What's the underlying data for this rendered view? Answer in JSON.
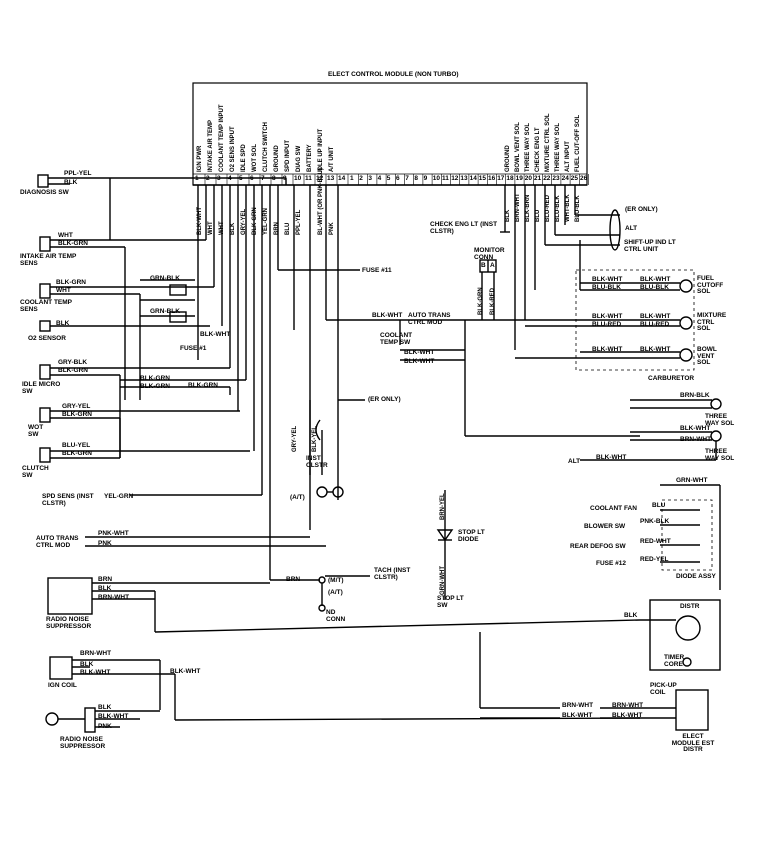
{
  "title": "ELECT CONTROL MODULE (NON TURBO)",
  "ecm_functions_left": [
    "IGN PWR",
    "INTAKE AIR TEMP",
    "COOLANT TEMP INPUT",
    "O2 SENS INPUT",
    "IDLE SPD",
    "WOT SOL",
    "CLUTCH SWITCH",
    "GROUND",
    "SPD INPUT",
    "DIAG SW",
    "BATTERY",
    "IDLE UP INPUT",
    "A/T UNIT"
  ],
  "ecm_functions_right": [
    "GROUND",
    "BOWL VENT SOL",
    "THREE WAY SOL",
    "CHECK ENG LT",
    "MIXTURE CTRL SOL",
    "THREE WAY SOL",
    "ALT INPUT",
    "FUEL CUT-OFF SOL"
  ],
  "pin_numbers": [
    "1",
    "2",
    "3",
    "4",
    "5",
    "6",
    "7",
    "8",
    "9",
    "10",
    "11",
    "12",
    "13",
    "14",
    "1",
    "2",
    "3",
    "4",
    "5",
    "6",
    "7",
    "8",
    "9",
    "10",
    "11",
    "12",
    "13",
    "14",
    "15",
    "16",
    "17",
    "18",
    "19",
    "20",
    "21",
    "22",
    "23",
    "24",
    "25",
    "26"
  ],
  "wire_colors_left": [
    "BLK-WHT",
    "WHT",
    "WHT",
    "BLK",
    "GRY-YEL",
    "BLK-GRN",
    "YEL-GRN",
    "BRN",
    "BLU",
    "PPL-YEL",
    "",
    "BL-WHT (OR PNK-BLU)",
    "PNK"
  ],
  "wire_colors_right": [
    "BLK",
    "BRN-WHT",
    "BLK-BRN",
    "BLU",
    "BLU-RED",
    "BLU-BLK",
    "WHT-BLK",
    "BLU-BLK"
  ],
  "components": {
    "diagnosis_sw": "DIAGNOSIS SW",
    "intake_air": "INTAKE AIR TEMP SENS",
    "coolant_temp": "COOLANT TEMP SENS",
    "o2_sensor": "O2 SENSOR",
    "idle_micro": "IDLE MICRO SW",
    "wot_sw": "WOT SW",
    "clutch_sw": "CLUTCH SW",
    "spd_sens": "SPD SENS (INST CLSTR)",
    "auto_trans_left": "AUTO TRANS CTRL MOD",
    "radio_noise_top": "RADIO NOISE SUPPRESSOR",
    "ign_coil": "IGN COIL",
    "radio_noise_bottom": "RADIO NOISE SUPPRESSOR",
    "fuse11": "FUSE #11",
    "fuse1": "FUSE #1",
    "auto_trans_ctrl": "AUTO TRANS CTRL MOD",
    "coolant_temp_sw": "COOLANT TEMP SW",
    "er_only_mid": "(ER ONLY)",
    "inst_clstr": "INST CLSTR",
    "at": "(A/T)",
    "mt": "(M/T)",
    "at2": "(A/T)",
    "tach": "TACH (INST CLSTR)",
    "nd_conn": "ND CONN",
    "stop_lt_diode": "STOP LT DIODE",
    "stop_lt_sw": "STOP LT SW",
    "check_eng_lt": "CHECK ENG LT (INST CLSTR)",
    "monitor_conn": "MONITOR CONN",
    "er_only_right": "(ER ONLY)",
    "alt_right": "ALT",
    "shift_up": "SHIFT-UP IND LT CTRL UNIT",
    "fuel_cutoff": "FUEL CUTOFF SOL",
    "mixture_ctrl": "MIXTURE CTRL SOL",
    "bowl_vent": "BOWL VENT SOL",
    "carburetor": "CARBURETOR",
    "three_way_1": "THREE WAY SOL",
    "three_way_2": "THREE WAY SOL",
    "alt_bottom": "ALT",
    "coolant_fan": "COOLANT FAN",
    "blower_sw": "BLOWER SW",
    "rear_defog": "REAR DEFOG SW",
    "fuse12": "FUSE #12",
    "diode_assy": "DIODE ASSY",
    "distr": "DISTR",
    "timer_core": "TIMER CORE",
    "pickup_coil": "PICK-UP COIL",
    "elect_module": "ELECT MODULE EST DISTR"
  },
  "wire_labels": {
    "diag": "PPL-YEL",
    "diag2": "BLK",
    "intake_wht": "WHT",
    "intake_blkgrn": "BLK-GRN",
    "cool_blkgrn": "BLK-GRN",
    "cool_wht": "WHT",
    "grn_blk_1": "GRN-BLK",
    "grn_blk_2": "GRN-BLK",
    "o2_blk": "BLK",
    "idle_grybk": "GRY-BLK",
    "idle_blkgrn": "BLK-GRN",
    "mid_blkgrn": "BLK-GRN",
    "mid_blkgrn2": "BLK-GRN",
    "mid_blkgrn3": "BLK-GRN",
    "blk_wht_fuse1": "BLK-WHT",
    "wot_gryyel": "GRY-YEL",
    "wot_blkgrn": "BLK-GRN",
    "clutch_bluyel": "BLU-YEL",
    "clutch_blkgrn": "BLK-GRN",
    "spd_yelgrn": "YEL-GRN",
    "at_pnkwht": "PNK-WHT",
    "at_pnk": "PNK",
    "radio_brn": "BRN",
    "radio_blk": "BLK",
    "radio_brnwht": "BRN-WHT",
    "tach_brn": "BRN",
    "ign_brnwht": "BRN-WHT",
    "ign_blk": "BLK",
    "ign_blkwht": "BLK-WHT",
    "ign_blkwht2": "BLK-WHT",
    "rn2_blk": "BLK",
    "rn2_blkwht": "BLK-WHT",
    "rn2_pnk": "PNK",
    "at_blkwht": "BLK-WHT",
    "cts_blkwht": "BLK-WHT",
    "cts_blkwht2": "BLK-WHT",
    "inst_gryyel": "GRY-YEL",
    "inst_blugrn": "BLK-YEL",
    "stop_brnyel": "BRN-YEL",
    "stop_grnwht": "GRN-WHT",
    "mon_blkgrn": "BLK-GRN",
    "mon_blkred": "BLK-RED",
    "fc_blkwht": "BLK-WHT",
    "fc_blublk": "BLU-BLK",
    "fc_blkwht2": "BLK-WHT",
    "fc_blublk2": "BLU-BLK",
    "mc_blkwht": "BLK-WHT",
    "mc_blured": "BLU-RED",
    "mc_blkwht2": "BLK-WHT",
    "mc_blured2": "BLU-RED",
    "bv_blkwht": "BLK-WHT",
    "bv_blkwht2": "BLK-WHT",
    "tw_brnblk": "BRN-BLK",
    "tw_blkwht": "BLK-WHT",
    "tw_brnwht": "BRN-WHT",
    "alt_blkwht": "BLK-WHT",
    "da_grnwht": "GRN-WHT",
    "da_blu": "BLU",
    "da_pnkblk": "PNK-BLK",
    "da_redwht": "RED-WHT",
    "da_redyel": "RED-YEL",
    "distr_blk": "BLK",
    "em_brnwht": "BRN-WHT",
    "em_blkwht": "BLK-WHT",
    "em_brnwht2": "BRN-WHT",
    "em_blkwht2": "BLK-WHT"
  },
  "monitor_pins": [
    "B",
    "A"
  ]
}
